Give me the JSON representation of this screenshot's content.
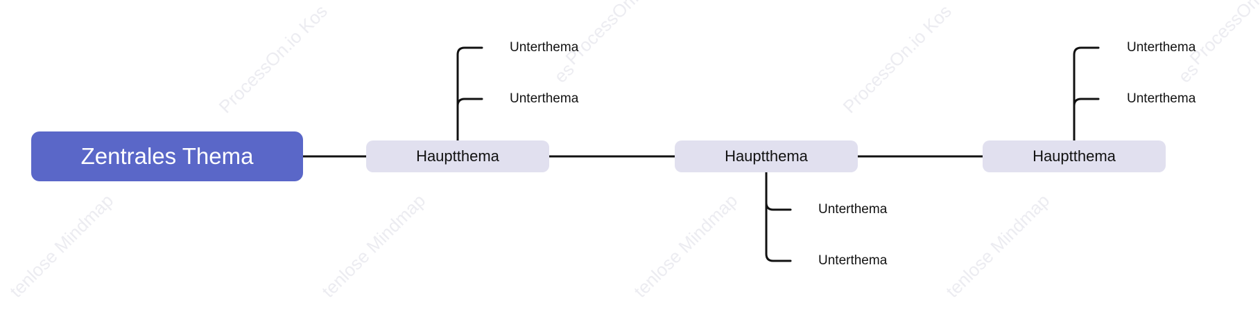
{
  "watermark": {
    "line_a": "ProcessOn.io Kos",
    "line_b": "tenlose Mindmap",
    "fragment_a": "es",
    "color": "#ececf1"
  },
  "mindmap": {
    "central": {
      "label": "Zentrales Thema",
      "color": "#5a67c8"
    },
    "main_topics": [
      {
        "label": "Hauptthema",
        "subtopics": [
          "Unterthema",
          "Unterthema"
        ]
      },
      {
        "label": "Hauptthema",
        "subtopics": [
          "Unterthema",
          "Unterthema"
        ]
      },
      {
        "label": "Hauptthema",
        "subtopics": [
          "Unterthema",
          "Unterthema"
        ]
      }
    ],
    "line_color": "#111111",
    "topic_color": "#e1e0ef"
  }
}
